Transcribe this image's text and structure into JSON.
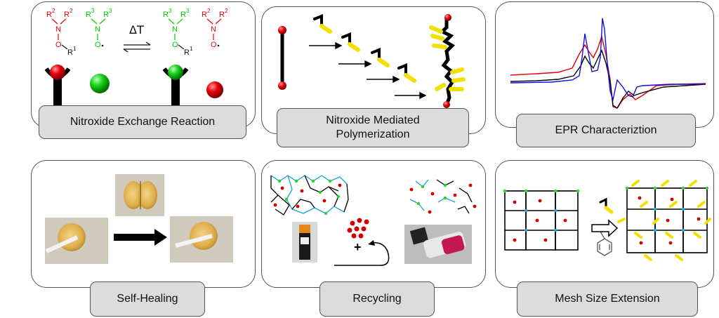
{
  "panels": {
    "nitroxide_exchange": {
      "label": "Nitroxide Exchange Reaction",
      "reaction_condition": "ΔT",
      "red": "#e8000b",
      "green": "#00c800"
    },
    "nmp": {
      "label_line1": "Nitroxide Mediated",
      "label_line2": "Polymerization"
    },
    "epr": {
      "label": "EPR Characteriztion",
      "trace_colors": [
        "#e00000",
        "#000000",
        "#1010e0"
      ]
    },
    "self_healing": {
      "label": "Self-Healing"
    },
    "recycling": {
      "label": "Recycling",
      "plus": "+"
    },
    "mesh": {
      "label": "Mesh Size Extension"
    }
  }
}
